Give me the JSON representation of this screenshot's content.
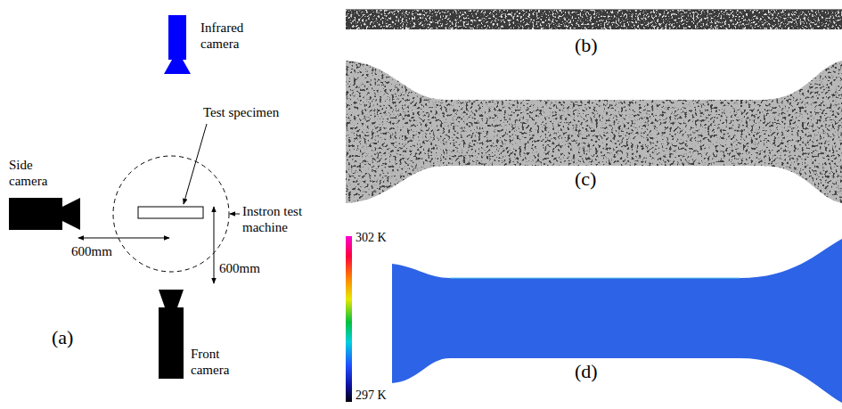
{
  "diagram": {
    "labels": [
      "Infrared camera",
      "Test specimen",
      "Side camera",
      "Instron test machine",
      "600mm",
      "600mm",
      "Front camera",
      "(a)",
      "(b)",
      "(c)",
      "302 K",
      "(d)",
      "297 K"
    ]
  }
}
